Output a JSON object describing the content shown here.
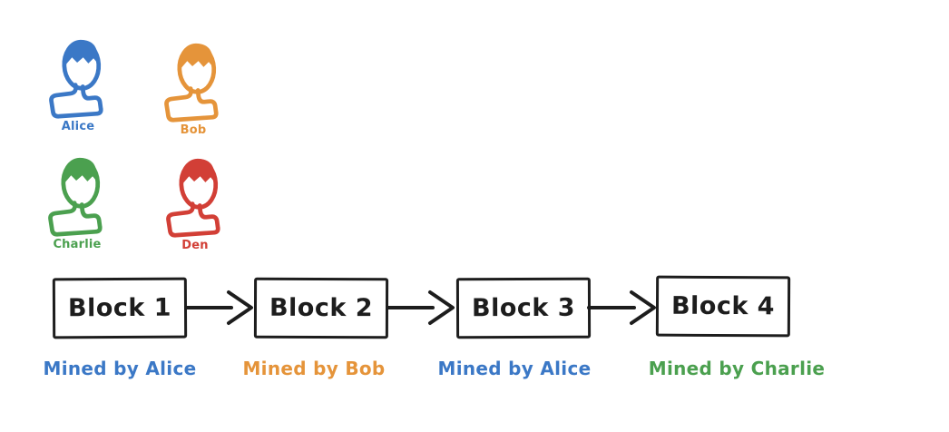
{
  "colors": {
    "blue": "#3b78c6",
    "orange": "#e5943a",
    "green": "#4ba04f",
    "red": "#d23f36",
    "ink": "#1d1d1d",
    "background": "#ffffff"
  },
  "people": [
    {
      "name": "Alice",
      "color": "#3b78c6",
      "icon": "person-bust-icon"
    },
    {
      "name": "Bob",
      "color": "#e5943a",
      "icon": "person-bust-icon"
    },
    {
      "name": "Charlie",
      "color": "#4ba04f",
      "icon": "person-bust-icon"
    },
    {
      "name": "Den",
      "color": "#d23f36",
      "icon": "person-bust-icon"
    }
  ],
  "chain": {
    "blocks": [
      {
        "label": "Block 1",
        "mined_by": "Mined by Alice",
        "miner_color": "#3b78c6"
      },
      {
        "label": "Block 2",
        "mined_by": "Mined by Bob",
        "miner_color": "#e5943a"
      },
      {
        "label": "Block 3",
        "mined_by": "Mined by Alice",
        "miner_color": "#3b78c6"
      },
      {
        "label": "Block 4",
        "mined_by": "Mined by Charlie",
        "miner_color": "#4ba04f"
      }
    ],
    "connector": "right-arrow"
  }
}
